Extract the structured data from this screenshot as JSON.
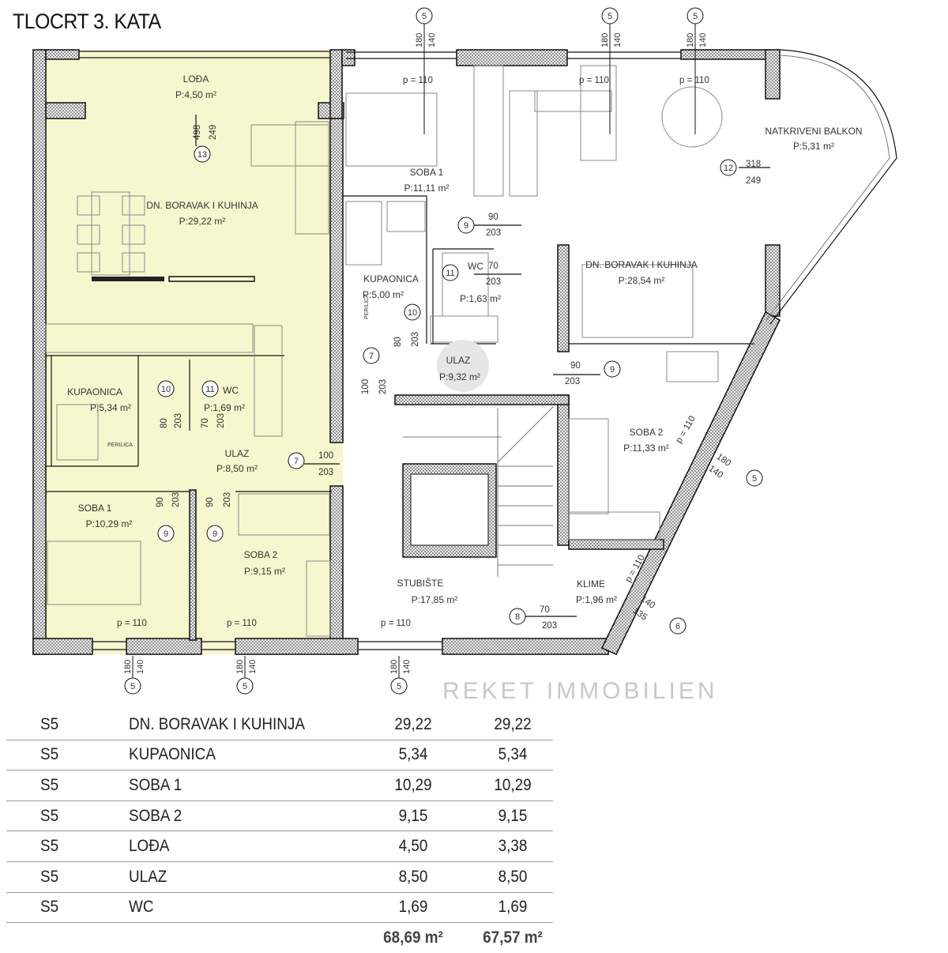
{
  "title": "TLOCRT 3. KATA",
  "colors": {
    "apartment_fill": "#f7f7cf",
    "wall": "#111111",
    "line": "#999999"
  },
  "plan": {
    "left_unit": {
      "loda": {
        "name": "LOĐA",
        "area": "P:4,50 m²"
      },
      "living": {
        "name": "DN. BORAVAK I KUHINJA",
        "area": "P:29,22 m²"
      },
      "bath": {
        "name": "KUPAONICA",
        "area": "P:5,34 m²"
      },
      "wc": {
        "name": "WC",
        "area": "P:1,69 m²"
      },
      "entry": {
        "name": "ULAZ",
        "area": "P:8,50 m²"
      },
      "room1": {
        "name": "SOBA 1",
        "area": "P:10,29 m²"
      },
      "room2": {
        "name": "SOBA 2",
        "area": "P:9,15 m²"
      },
      "washer": "PERILICA"
    },
    "right_unit": {
      "room1": {
        "name": "SOBA 1",
        "area": "P:11,11 m²"
      },
      "bath": {
        "name": "KUPAONICA",
        "area": "P:5,00 m²"
      },
      "wc": {
        "name": "WC",
        "area": "P:1,63 m²"
      },
      "entry": {
        "name": "ULAZ",
        "area": "P:9,32 m²"
      },
      "living": {
        "name": "DN. BORAVAK I KUHINJA",
        "area": "P:28,54 m²"
      },
      "balcony": {
        "name": "NATKRIVENI BALKON",
        "area": "P:5,31 m²"
      },
      "room2": {
        "name": "SOBA 2",
        "area": "P:11,33 m²"
      },
      "ac": {
        "name": "KLIME",
        "area": "P:1,96 m²"
      },
      "washer": "PERILICA"
    },
    "stair": {
      "name": "STUBIŠTE",
      "area": "P:17,85 m²"
    },
    "watermark": "REKET IMMOBILIEN",
    "markers": {
      "m5": "5",
      "m6": "6",
      "m7": "7",
      "m8": "8",
      "m9": "9",
      "m10": "10",
      "m11": "11",
      "m12": "12",
      "m13": "13"
    },
    "dims": {
      "p110": "p = 110",
      "d180": "180",
      "d140": "140",
      "d135": "135",
      "d498": "498",
      "d249": "249",
      "d318": "318",
      "d90": "90",
      "d70": "70",
      "d80": "80",
      "d100": "100",
      "d203": "203"
    }
  },
  "table": {
    "rows": [
      {
        "code": "S5",
        "room": "DN. BORAVAK I KUHINJA",
        "a": "29,22",
        "b": "29,22"
      },
      {
        "code": "S5",
        "room": "KUPAONICA",
        "a": "5,34",
        "b": "5,34"
      },
      {
        "code": "S5",
        "room": "SOBA 1",
        "a": "10,29",
        "b": "10,29"
      },
      {
        "code": "S5",
        "room": "SOBA 2",
        "a": "9,15",
        "b": "9,15"
      },
      {
        "code": "S5",
        "room": "LOĐA",
        "a": "4,50",
        "b": "3,38"
      },
      {
        "code": "S5",
        "room": "ULAZ",
        "a": "8,50",
        "b": "8,50"
      },
      {
        "code": "S5",
        "room": "WC",
        "a": "1,69",
        "b": "1,69"
      }
    ],
    "total_a": "68,69 m²",
    "total_b": "67,57 m²"
  }
}
